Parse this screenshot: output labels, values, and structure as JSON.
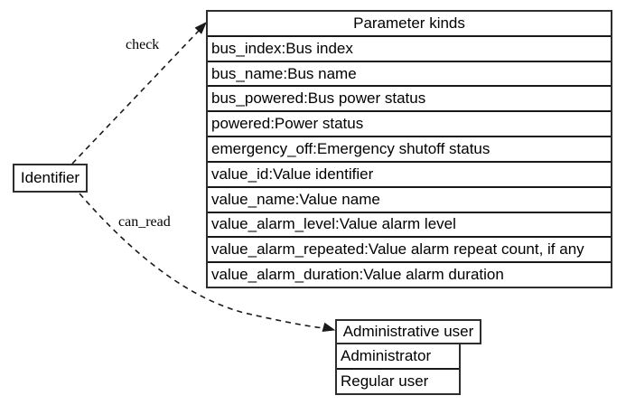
{
  "nodes": {
    "identifier": {
      "label": "Identifier"
    },
    "parameter_kinds": {
      "title": "Parameter kinds",
      "rows": [
        "bus_index:Bus index",
        "bus_name:Bus name",
        "bus_powered:Bus power status",
        "powered:Power status",
        "emergency_off:Emergency shutoff status",
        "value_id:Value identifier",
        "value_name:Value name",
        "value_alarm_level:Value alarm level",
        "value_alarm_repeated:Value alarm repeat count, if any",
        "value_alarm_duration:Value alarm duration"
      ]
    },
    "administrative_user": {
      "title": "Administrative user",
      "rows": [
        "Administrator",
        "Regular user"
      ]
    }
  },
  "edges": {
    "check": {
      "label": "check",
      "from": "Identifier",
      "to": "Parameter kinds",
      "style": "dashed-arrow"
    },
    "can_read": {
      "label": "can_read",
      "from": "Identifier",
      "to": "Administrative user",
      "style": "dashed-arrow"
    }
  },
  "colors": {
    "background": "#ffffff",
    "line": "#1a1a1a",
    "border": "#2e2e2e",
    "text": "#000000"
  }
}
